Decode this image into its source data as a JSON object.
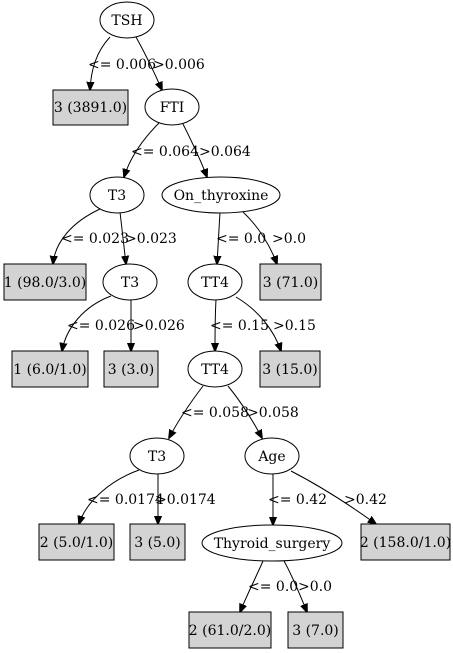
{
  "tree": {
    "nodes": {
      "tsh": {
        "label": "TSH",
        "kind": "split"
      },
      "leaf_tsh_le": {
        "label": "3 (3891.0)",
        "kind": "leaf"
      },
      "fti": {
        "label": "FTI",
        "kind": "split"
      },
      "t3_a": {
        "label": "T3",
        "kind": "split"
      },
      "leaf_t3a_le": {
        "label": "1 (98.0/3.0)",
        "kind": "leaf"
      },
      "t3_b": {
        "label": "T3",
        "kind": "split"
      },
      "leaf_t3b_le": {
        "label": "1 (6.0/1.0)",
        "kind": "leaf"
      },
      "leaf_t3b_gt": {
        "label": "3 (3.0)",
        "kind": "leaf"
      },
      "on_thyroxine": {
        "label": "On_thyroxine",
        "kind": "split"
      },
      "tt4_a": {
        "label": "TT4",
        "kind": "split"
      },
      "leaf_onthy_gt": {
        "label": "3 (71.0)",
        "kind": "leaf"
      },
      "tt4_b": {
        "label": "TT4",
        "kind": "split"
      },
      "leaf_tt4a_gt": {
        "label": "3 (15.0)",
        "kind": "leaf"
      },
      "t3_c": {
        "label": "T3",
        "kind": "split"
      },
      "age": {
        "label": "Age",
        "kind": "split"
      },
      "leaf_t3c_le": {
        "label": "2 (5.0/1.0)",
        "kind": "leaf"
      },
      "leaf_t3c_gt": {
        "label": "3 (5.0)",
        "kind": "leaf"
      },
      "thyroid_surgery": {
        "label": "Thyroid_surgery",
        "kind": "split"
      },
      "leaf_age_gt": {
        "label": "2 (158.0/1.0)",
        "kind": "leaf"
      },
      "leaf_ts_le": {
        "label": "2 (61.0/2.0)",
        "kind": "leaf"
      },
      "leaf_ts_gt": {
        "label": "3 (7.0)",
        "kind": "leaf"
      }
    },
    "edges": {
      "tsh_le": {
        "from": "tsh",
        "to": "leaf_tsh_le",
        "label": "<= 0.006"
      },
      "tsh_gt": {
        "from": "tsh",
        "to": "fti",
        "label": ">0.006"
      },
      "fti_le": {
        "from": "fti",
        "to": "t3_a",
        "label": "<= 0.064"
      },
      "fti_gt": {
        "from": "fti",
        "to": "on_thyroxine",
        "label": ">0.064"
      },
      "t3a_le": {
        "from": "t3_a",
        "to": "leaf_t3a_le",
        "label": "<= 0.023"
      },
      "t3a_gt": {
        "from": "t3_a",
        "to": "t3_b",
        "label": ">0.023"
      },
      "t3b_le": {
        "from": "t3_b",
        "to": "leaf_t3b_le",
        "label": "<= 0.026"
      },
      "t3b_gt": {
        "from": "t3_b",
        "to": "leaf_t3b_gt",
        "label": ">0.026"
      },
      "onthy_le": {
        "from": "on_thyroxine",
        "to": "tt4_a",
        "label": "<= 0.0"
      },
      "onthy_gt": {
        "from": "on_thyroxine",
        "to": "leaf_onthy_gt",
        "label": ">0.0"
      },
      "tt4a_le": {
        "from": "tt4_a",
        "to": "tt4_b",
        "label": "<= 0.15"
      },
      "tt4a_gt": {
        "from": "tt4_a",
        "to": "leaf_tt4a_gt",
        "label": ">0.15"
      },
      "tt4b_le": {
        "from": "tt4_b",
        "to": "t3_c",
        "label": "<= 0.058"
      },
      "tt4b_gt": {
        "from": "tt4_b",
        "to": "age",
        "label": ">0.058"
      },
      "t3c_le": {
        "from": "t3_c",
        "to": "leaf_t3c_le",
        "label": "<= 0.0174"
      },
      "t3c_gt": {
        "from": "t3_c",
        "to": "leaf_t3c_gt",
        "label": ">0.0174"
      },
      "age_le": {
        "from": "age",
        "to": "thyroid_surgery",
        "label": "<= 0.42"
      },
      "age_gt": {
        "from": "age",
        "to": "leaf_age_gt",
        "label": ">0.42"
      },
      "ts_le": {
        "from": "thyroid_surgery",
        "to": "leaf_ts_le",
        "label": "<= 0.0"
      },
      "ts_gt": {
        "from": "thyroid_surgery",
        "to": "leaf_ts_gt",
        "label": ">0.0"
      }
    }
  },
  "colors": {
    "leaf_fill": "#d3d3d3",
    "node_fill": "#ffffff",
    "stroke": "#000000"
  }
}
